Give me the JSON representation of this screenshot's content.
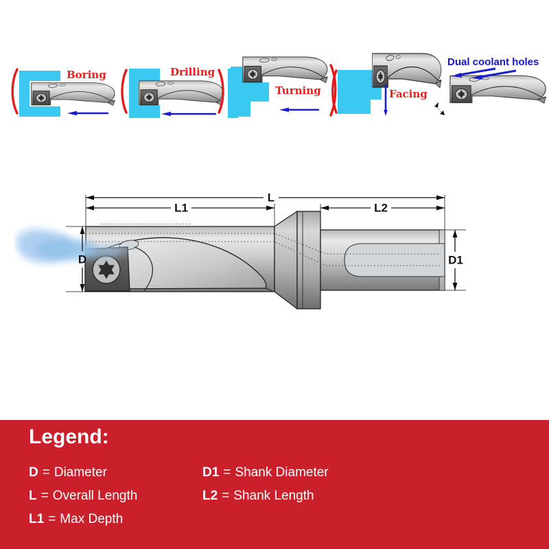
{
  "operations": [
    {
      "label": "Boring"
    },
    {
      "label": "Drilling"
    },
    {
      "label": "Turning"
    },
    {
      "label": "Facing"
    },
    {
      "label": "Dual coolant holes"
    }
  ],
  "diagram": {
    "dims": {
      "L": "L",
      "L1": "L1",
      "L2": "L2",
      "D": "D",
      "D1": "D1"
    }
  },
  "legend": {
    "title": "Legend:",
    "sep": "=",
    "columns": [
      [
        {
          "key": "D",
          "desc": "Diameter"
        },
        {
          "key": "L",
          "desc": "Overall Length"
        },
        {
          "key": "L1",
          "desc": "Max Depth"
        }
      ],
      [
        {
          "key": "D1",
          "desc": "Shank Diameter"
        },
        {
          "key": "L2",
          "desc": "Shank Length"
        }
      ]
    ]
  },
  "colors": {
    "legend_bg": "#c9202b",
    "workpiece_cyan": "#3cc9f1",
    "rotation_red": "#e51c1c",
    "motion_blue": "#1b1bd0",
    "coolant_blue": "#9cc6ea",
    "label_red": "#ee1d1d",
    "coolant_label_blue": "#1717c9"
  }
}
